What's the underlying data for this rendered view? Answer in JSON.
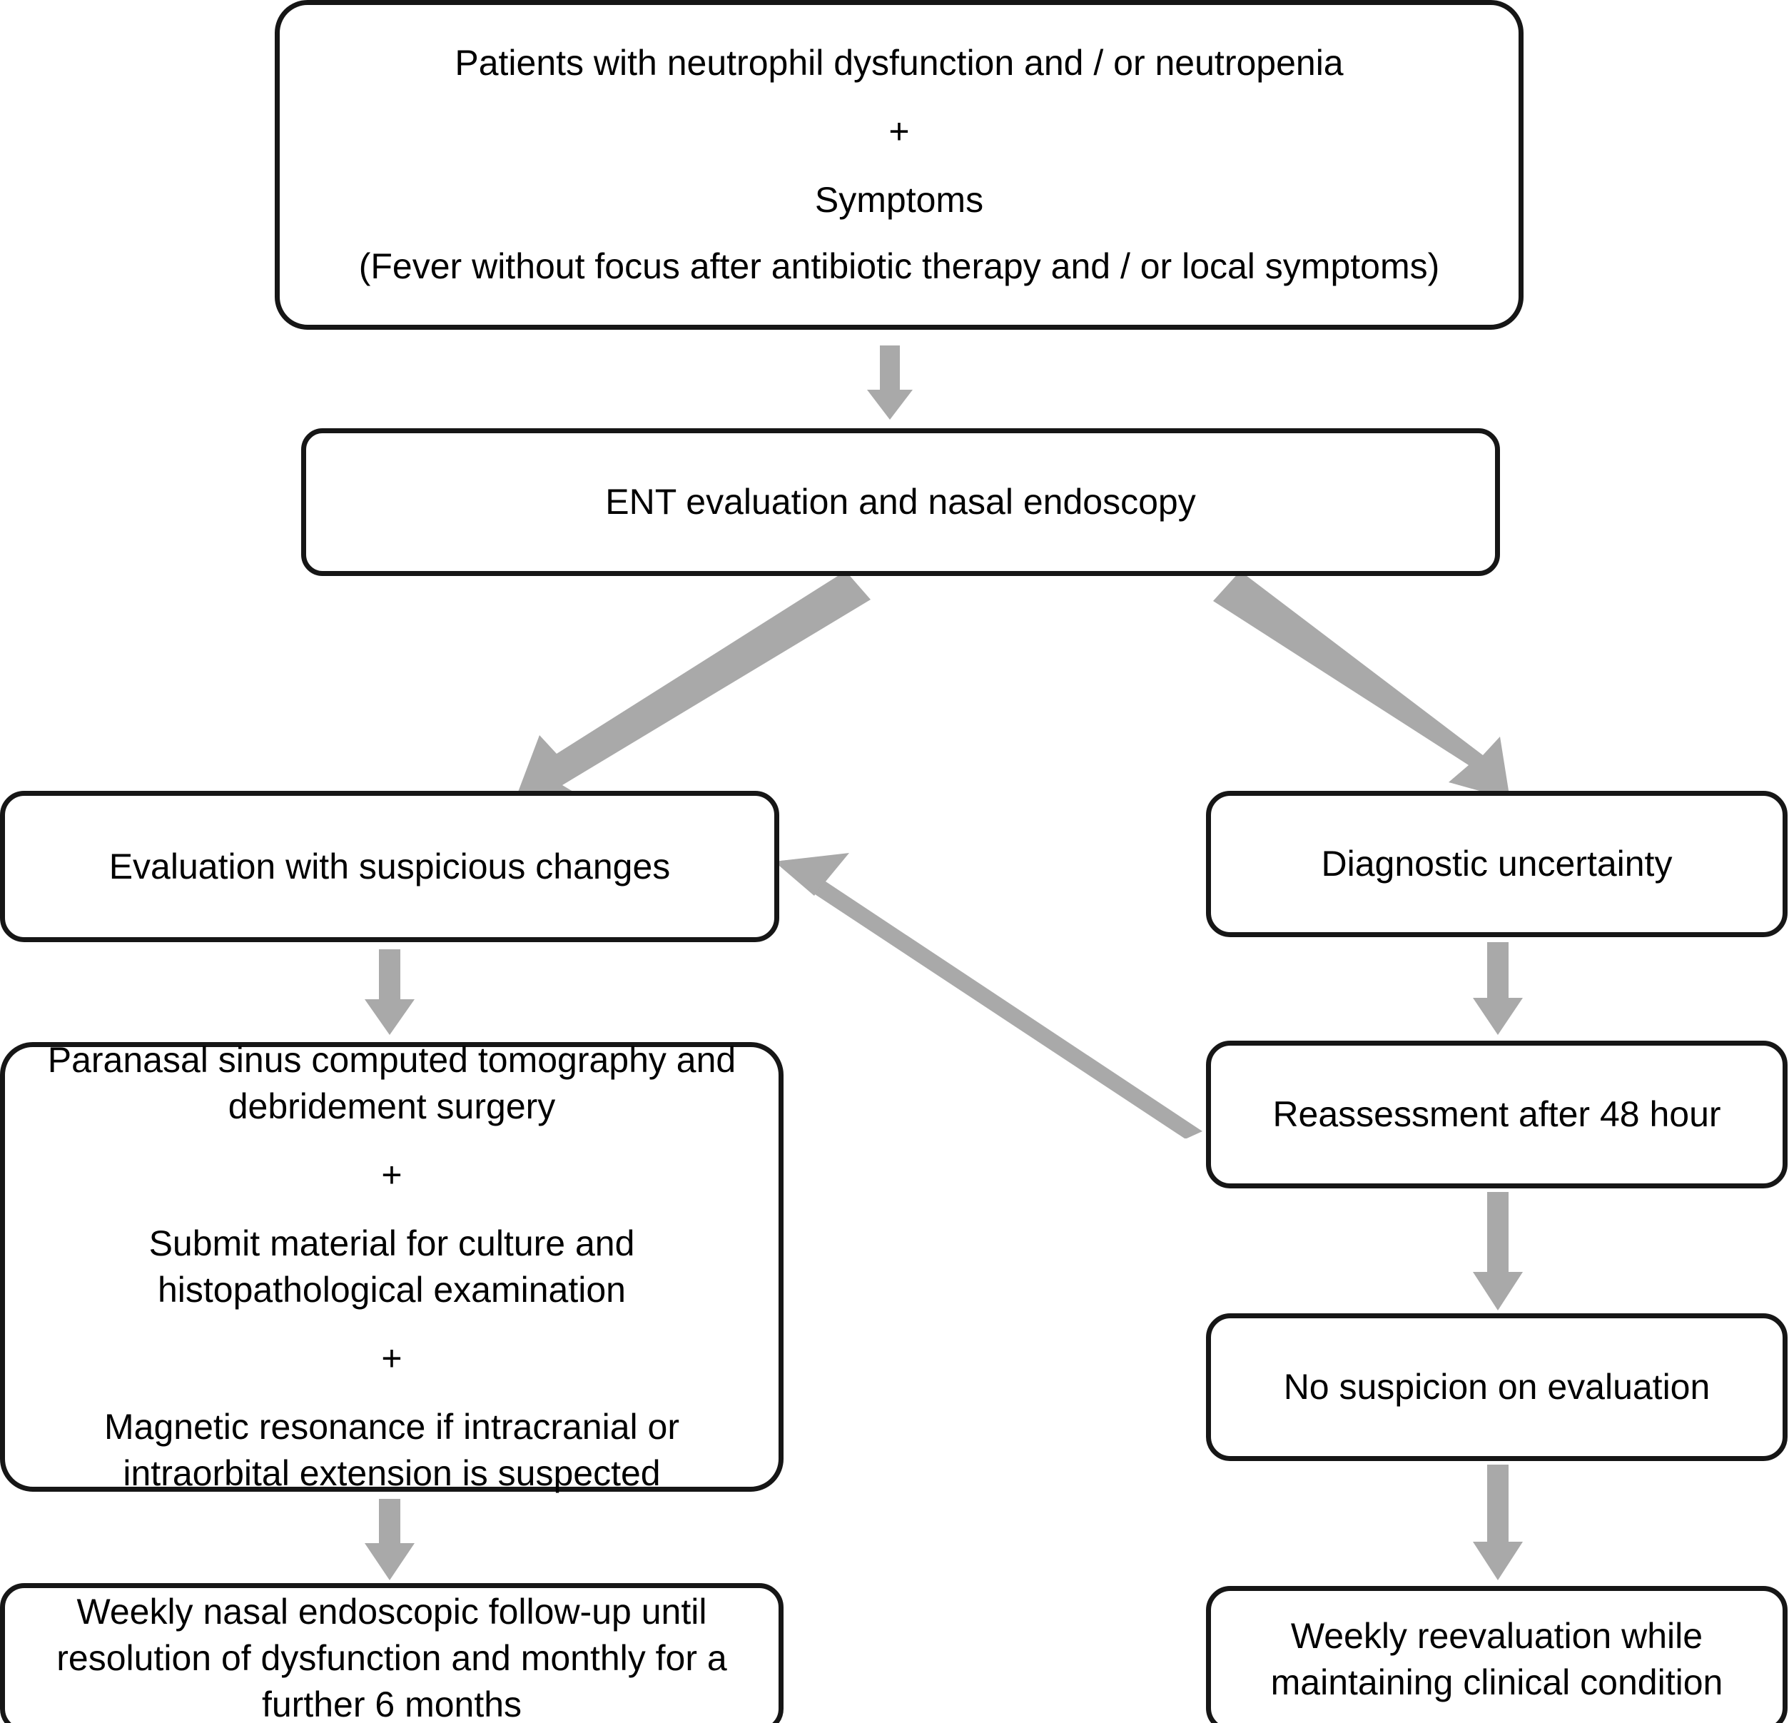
{
  "diagram": {
    "title": "Management flowchart for patients with neutrophil dysfunction and/or neutropenia",
    "arrow_color": "#a9a9a9",
    "border_color": "#161616",
    "background": "#ffffff"
  },
  "nodes": {
    "patients": {
      "id": "patients-box",
      "line1": "Patients with neutrophil dysfunction and / or neutropenia",
      "plus1": "+",
      "line2": "Symptoms",
      "line3": "(Fever without focus after antibiotic therapy and / or local symptoms)"
    },
    "ent": {
      "id": "ent-evaluation-box",
      "line1": "ENT evaluation and nasal endoscopy"
    },
    "suspicious": {
      "id": "evaluation-suspicious-changes-box",
      "line1": "Evaluation with suspicious changes"
    },
    "uncertainty": {
      "id": "diagnostic-uncertainty-box",
      "line1": "Diagnostic uncertainty"
    },
    "workup": {
      "id": "paranasal-workup-box",
      "line1": "Paranasal sinus computed tomography and",
      "line2": "debridement surgery",
      "plus1": "+",
      "line3": "Submit material for culture and",
      "line4": "histopathological examination",
      "plus2": "+",
      "line5": "Magnetic resonance if intracranial or",
      "line6": "intraorbital extension is suspected"
    },
    "reassessment": {
      "id": "reassessment-48-hour-box",
      "line1": "Reassessment after 48 hour"
    },
    "nosuspicion": {
      "id": "no-suspicion-box",
      "line1": "No suspicion on evaluation"
    },
    "weeklyfollowup": {
      "id": "weekly-endoscopic-followup-box",
      "line1": "Weekly nasal endoscopic follow-up until",
      "line2": "resolution of dysfunction and monthly for a",
      "line3": "further 6 months"
    },
    "weeklyreeval": {
      "id": "weekly-reevaluation-box",
      "line1": "Weekly reevaluation while",
      "line2": "maintaining clinical condition"
    }
  },
  "edges": [
    {
      "name": "patients-to-ent",
      "from": "patients",
      "to": "ent",
      "kind": "down-arrow"
    },
    {
      "name": "ent-to-suspicious",
      "from": "ent",
      "to": "suspicious",
      "kind": "diagonal-down-left-arrow"
    },
    {
      "name": "ent-to-uncertainty",
      "from": "ent",
      "to": "uncertainty",
      "kind": "diagonal-down-right-arrow"
    },
    {
      "name": "suspicious-to-workup",
      "from": "suspicious",
      "to": "workup",
      "kind": "down-arrow"
    },
    {
      "name": "workup-to-weekly-followup",
      "from": "workup",
      "to": "weeklyfollowup",
      "kind": "down-arrow"
    },
    {
      "name": "uncertainty-to-reassessment",
      "from": "uncertainty",
      "to": "reassessment",
      "kind": "down-arrow"
    },
    {
      "name": "reassessment-to-suspicious",
      "from": "reassessment",
      "to": "suspicious",
      "kind": "diagonal-up-left-arrow"
    },
    {
      "name": "reassessment-to-no-suspicion",
      "from": "reassessment",
      "to": "nosuspicion",
      "kind": "down-arrow"
    },
    {
      "name": "no-suspicion-to-weekly-reevaluation",
      "from": "nosuspicion",
      "to": "weeklyreeval",
      "kind": "down-arrow"
    }
  ]
}
